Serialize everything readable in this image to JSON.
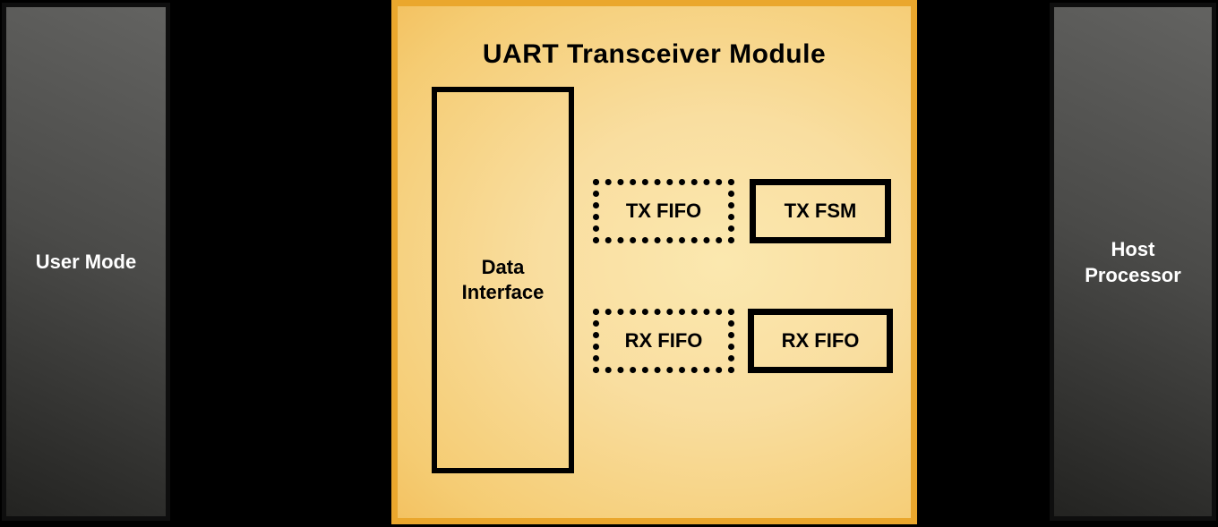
{
  "colors": {
    "background": "#000000",
    "module_border": "#EAA72D",
    "module_fill_center": "#FBE8AF",
    "module_fill_edge": "#EFAD3C",
    "inner_block_border": "#000000",
    "gray_box_fill_light": "#636361",
    "gray_box_fill_dark": "#232321",
    "gray_box_border": "#0E0E0E",
    "gray_box_text": "#FFFFFF",
    "module_text": "#000000"
  },
  "left_block": {
    "label": "User Mode"
  },
  "right_block": {
    "line1": "Host",
    "line2": "Processor"
  },
  "module": {
    "title": "UART Transceiver Module",
    "data_interface": {
      "line1": "Data",
      "line2": "Interface"
    },
    "tx_fifo": {
      "label": "TX FIFO",
      "border_style": "dotted"
    },
    "tx_fsm": {
      "label": "TX FSM",
      "border_style": "solid"
    },
    "rx_fifo": {
      "label": "RX FIFO",
      "border_style": "dotted"
    },
    "rx_fsm": {
      "label": "RX FIFO",
      "border_style": "solid"
    }
  }
}
